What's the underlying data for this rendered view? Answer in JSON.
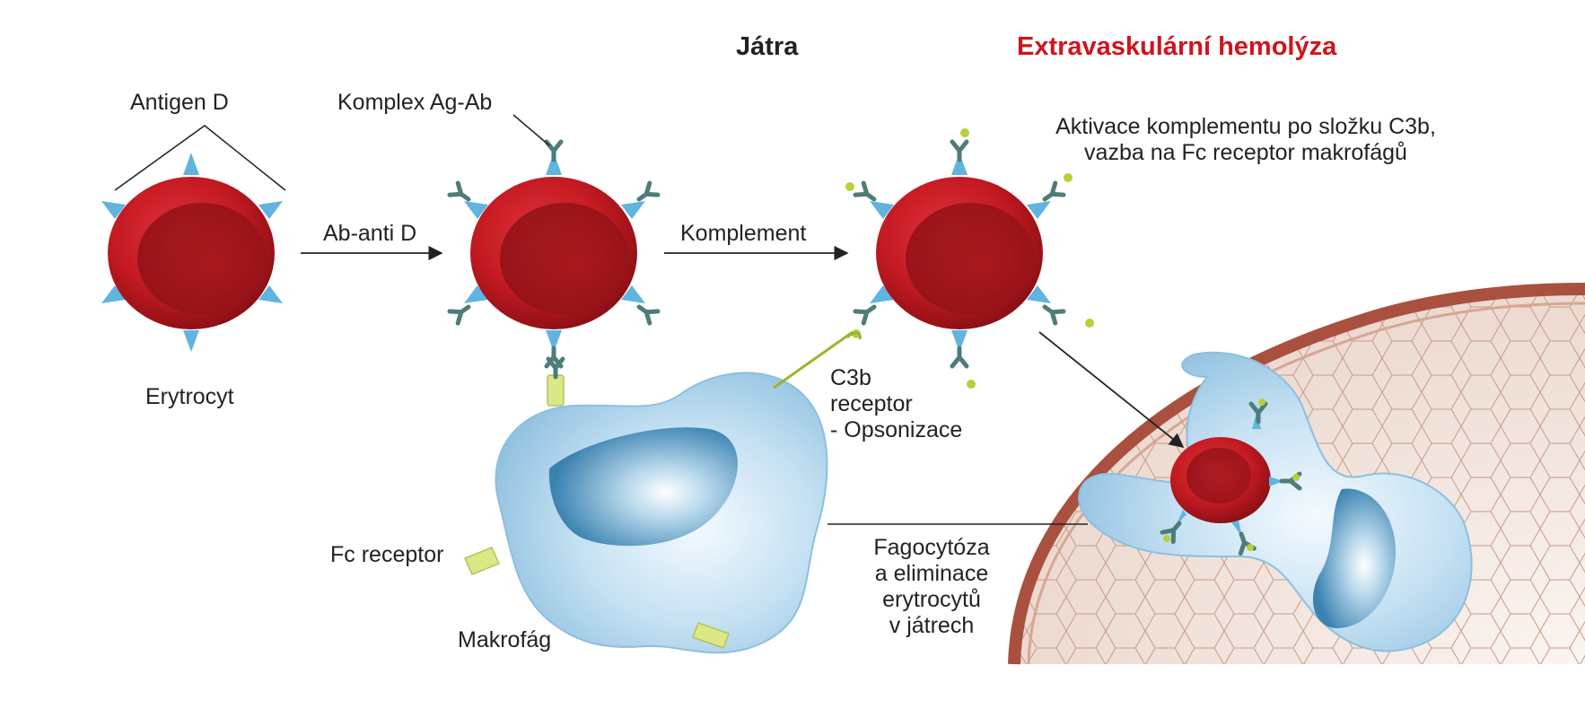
{
  "titles": {
    "left": "Játra",
    "right": "Extravaskulární hemolýza",
    "right_color": "#d0141d"
  },
  "labels": {
    "antigen": "Antigen D",
    "complex": "Komplex Ag-Ab",
    "activation_line1": "Aktivace komplementu po složku C3b,",
    "activation_line2": "vazba na Fc receptor makrofágů",
    "arrow1": "Ab-anti D",
    "arrow2": "Komplement",
    "erythrocyte": "Erytrocyt",
    "c3b_line1": "C3b",
    "c3b_line2": "receptor",
    "c3b_line3": "- Opsonizace",
    "fc_receptor": "Fc receptor",
    "macrophage": "Makrofág",
    "phago_line1": "Fagocytóza",
    "phago_line2": "a eliminace",
    "phago_line3": "erytrocytů",
    "phago_line4": "v játrech"
  },
  "colors": {
    "erythrocyte": "#c41a22",
    "antigen": "#5fb4e0",
    "antibody": "#4e7c78",
    "complement": "#b8cf3a",
    "macrophage": "#b5d8ee",
    "nucleus": "#3f89b5",
    "receptor": "#dce787",
    "liver_tissue": "#f6ece6",
    "liver_edge": "#a9503e"
  }
}
